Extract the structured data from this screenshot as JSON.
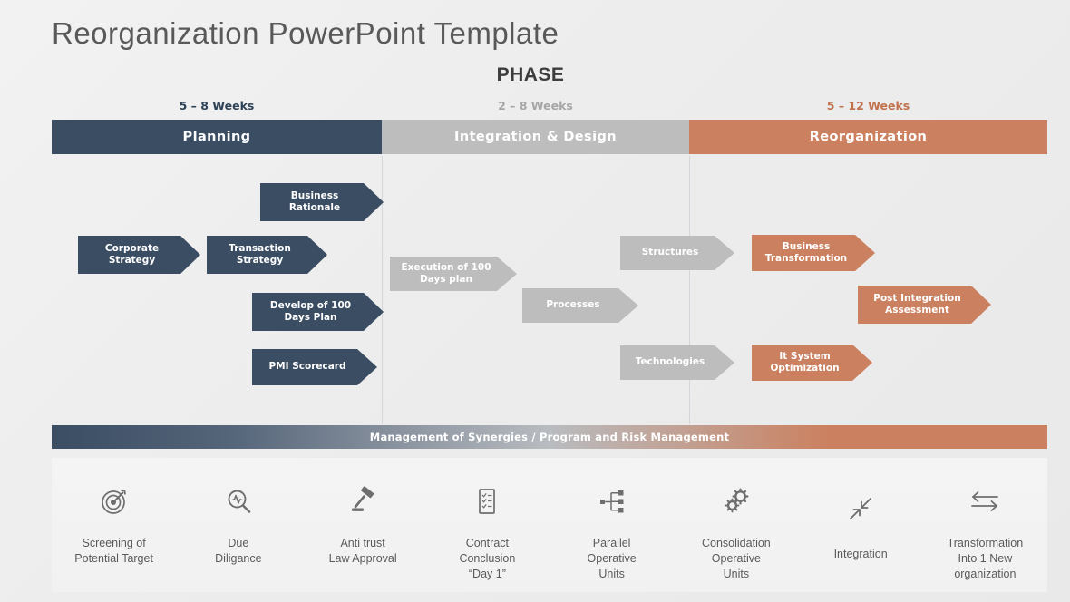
{
  "title": "Reorganization PowerPoint Template",
  "phase_heading": "PHASE",
  "colors": {
    "navy": "#3a4d63",
    "gray": "#bdbdbd",
    "orange": "#cb8160",
    "background": "#f0f0f0",
    "text_gray": "#595959"
  },
  "phases": [
    {
      "name": "Planning",
      "duration": "5 – 8 Weeks"
    },
    {
      "name": "Integration & Design",
      "duration": "2 – 8 Weeks"
    },
    {
      "name": "Reorganization",
      "duration": "5 – 12 Weeks"
    }
  ],
  "arrows": {
    "planning": [
      {
        "label": "Business\nRationale",
        "color": "navy"
      },
      {
        "label": "Corporate\nStrategy",
        "color": "navy"
      },
      {
        "label": "Transaction\nStrategy",
        "color": "navy"
      },
      {
        "label": "Develop of 100\nDays Plan",
        "color": "navy"
      },
      {
        "label": "PMI Scorecard",
        "color": "navy"
      }
    ],
    "integration": [
      {
        "label": "Execution of 100\nDays plan",
        "color": "gray"
      },
      {
        "label": "Processes",
        "color": "gray"
      },
      {
        "label": "Structures",
        "color": "gray"
      },
      {
        "label": "Technologies",
        "color": "gray"
      }
    ],
    "reorganization": [
      {
        "label": "Business\nTransformation",
        "color": "orange"
      },
      {
        "label": "Post Integration\nAssessment",
        "color": "orange"
      },
      {
        "label": "It System\nOptimization",
        "color": "orange"
      }
    ]
  },
  "synergies_bar": "Management of Synergies / Program and Risk Management",
  "bottom_items": [
    {
      "icon": "target-icon",
      "caption": "Screening of\nPotential Target"
    },
    {
      "icon": "magnifier-pulse-icon",
      "caption": "Due\nDiligance"
    },
    {
      "icon": "gavel-icon",
      "caption": "Anti trust\nLaw Approval"
    },
    {
      "icon": "checklist-icon",
      "caption": "Contract\nConclusion\n“Day 1”"
    },
    {
      "icon": "org-tree-icon",
      "caption": "Parallel\nOperative\nUnits"
    },
    {
      "icon": "gears-icon",
      "caption": "Consolidation\nOperative\nUnits"
    },
    {
      "icon": "converge-arrows-icon",
      "caption": "Integration"
    },
    {
      "icon": "exchange-arrows-icon",
      "caption": "Transformation\nInto 1 New\norganization"
    }
  ]
}
